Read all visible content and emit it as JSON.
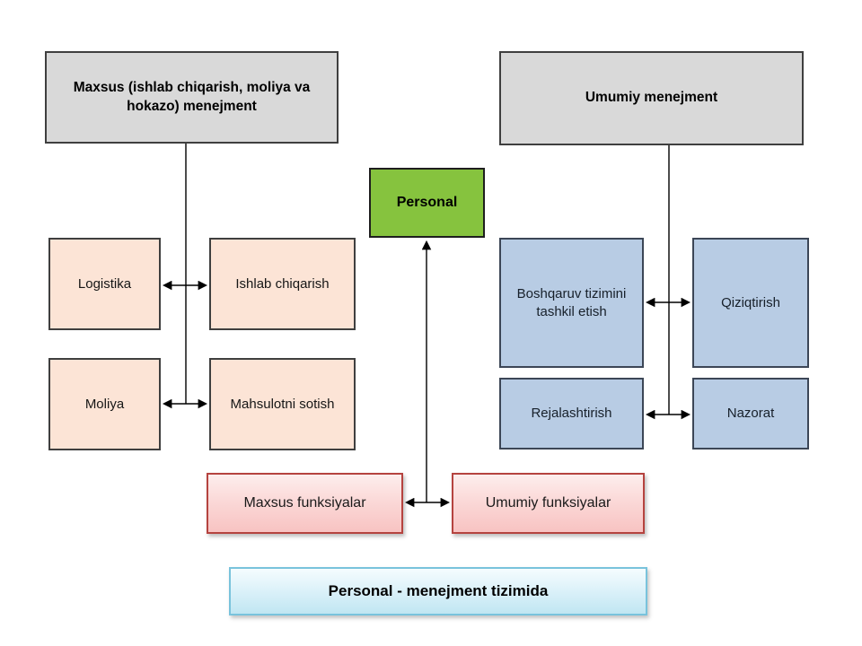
{
  "diagram": {
    "title": "Personal - menejment tizimida",
    "type": "organizational-relationship-diagram"
  },
  "nodes": {
    "special_management": "Maxsus (ishlab chiqarish, moliya va hokazo) menejment",
    "general_management": "Umumiy menejment",
    "personal": "Personal",
    "logistics": "Logistika",
    "production": "Ishlab chiqarish",
    "finance": "Moliya",
    "product_sales": "Mahsulotni sotish",
    "management_system": "Boshqaruv tizimini tashkil etish",
    "motivation": "Qiziqtirish",
    "planning": "Rejalashtirish",
    "control": "Nazorat",
    "special_functions": "Maxsus funksiyalar",
    "general_functions": "Umumiy funksiyalar",
    "caption": "Personal - menejment tizimida"
  },
  "colors": {
    "header_fill": "#d9d9d9",
    "left_branch_fill": "#fce4d6",
    "right_branch_fill": "#b8cce4",
    "personal_fill": "#86c33e",
    "functions_fill_top": "#fdeeed",
    "functions_fill_bottom": "#f8c3c2",
    "functions_border": "#b5433f",
    "caption_fill_top": "#f5fcfe",
    "caption_fill_bottom": "#c0e6f2",
    "caption_border": "#79c3dc",
    "connector": "#000000"
  },
  "connections": [
    {
      "from": "special_management",
      "to": "finance_row",
      "kind": "line"
    },
    {
      "from": "logistics",
      "to": "production",
      "kind": "double-arrow"
    },
    {
      "from": "finance",
      "to": "product_sales",
      "kind": "double-arrow"
    },
    {
      "from": "general_management",
      "to": "planning_row",
      "kind": "line"
    },
    {
      "from": "management_system",
      "to": "motivation",
      "kind": "double-arrow"
    },
    {
      "from": "planning",
      "to": "control",
      "kind": "double-arrow"
    },
    {
      "from": "functions_junction",
      "to": "personal",
      "kind": "arrow-up"
    },
    {
      "from": "special_functions",
      "to": "general_functions",
      "kind": "double-arrow"
    }
  ]
}
